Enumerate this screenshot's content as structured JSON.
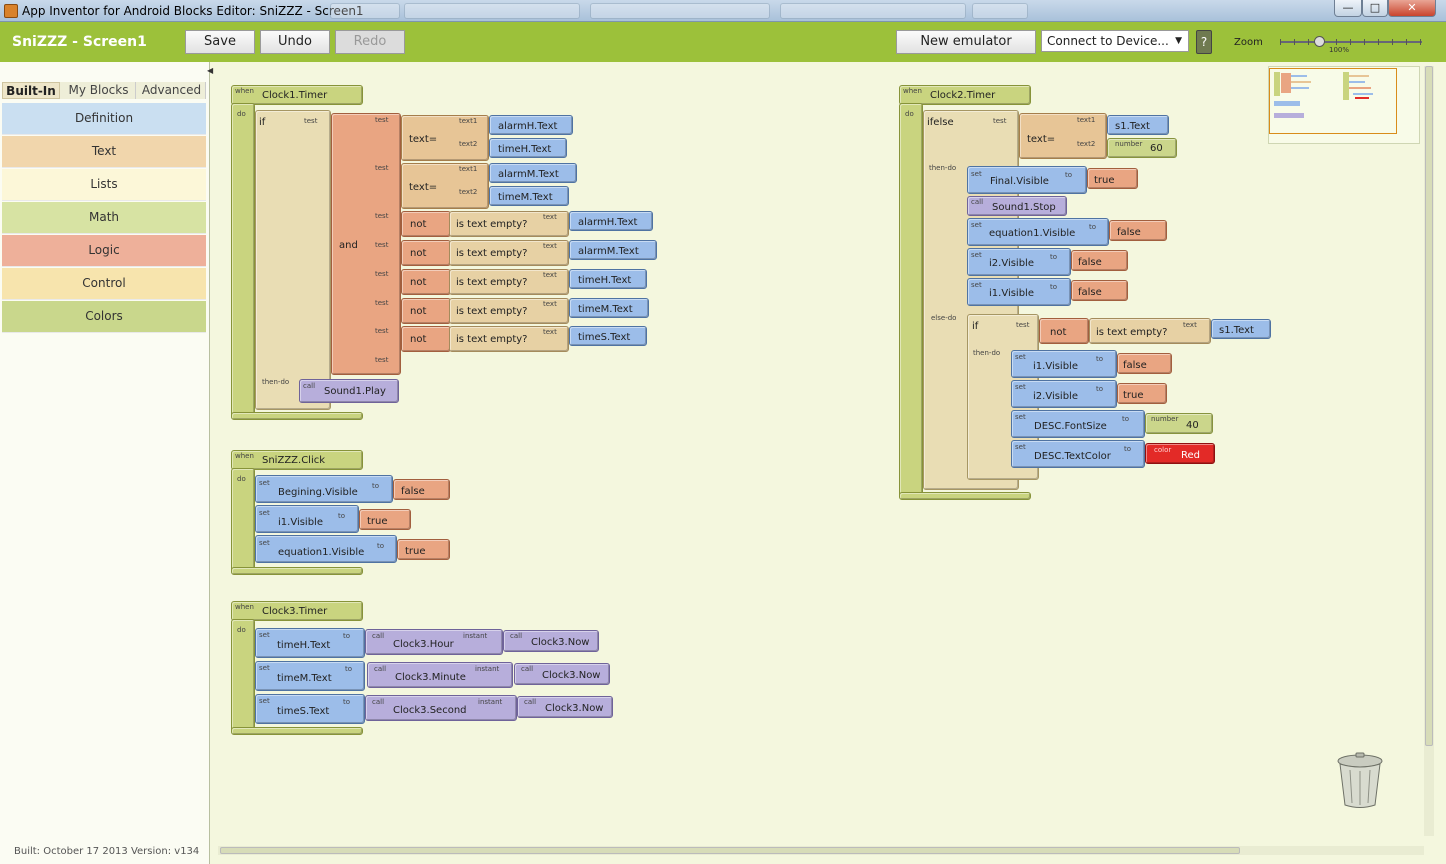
{
  "window": {
    "title": "App Inventor for Android Blocks Editor: SniZZZ - Screen1",
    "controls": {
      "minimize": "—",
      "maximize": "□",
      "close": "✕"
    }
  },
  "toolbar": {
    "app_name": "SniZZZ - Screen1",
    "save": "Save",
    "undo": "Undo",
    "redo": "Redo",
    "new_emulator": "New emulator",
    "connect": "Connect to Device...",
    "help": "?",
    "zoom_label": "Zoom",
    "zoom_value": "100%"
  },
  "sidebar": {
    "tabs": [
      "Built-In",
      "My Blocks",
      "Advanced"
    ],
    "drawers": [
      {
        "label": "Definition",
        "color": "#cadff1"
      },
      {
        "label": "Text",
        "color": "#f1d6ac"
      },
      {
        "label": "Lists",
        "color": "#fcf7d8"
      },
      {
        "label": "Math",
        "color": "#d7e3a3"
      },
      {
        "label": "Logic",
        "color": "#eeb09a"
      },
      {
        "label": "Control",
        "color": "#f7e4ad"
      },
      {
        "label": "Colors",
        "color": "#c9d78c"
      }
    ],
    "build_info": "Built: October 17 2013 Version: v134"
  },
  "blocks": {
    "when": "when",
    "do": "do",
    "if": "if",
    "test": "test",
    "then_do": "then-do",
    "else_do": "else-do",
    "ifelse": "ifelse",
    "and": "and",
    "not": "not",
    "text_eq": "text=",
    "text1": "text1",
    "text2": "text2",
    "is_text_empty": "is text empty?",
    "text": "text",
    "set": "set",
    "to": "to",
    "call": "call",
    "instant": "instant",
    "number": "number",
    "color": "color",
    "clock1_timer": "Clock1.Timer",
    "clock2_timer": "Clock2.Timer",
    "clock3_timer": "Clock3.Timer",
    "snizzz_click": "SniZZZ.Click",
    "alarmH_text": "alarmH.Text",
    "timeH_text": "timeH.Text",
    "alarmM_text": "alarmM.Text",
    "timeM_text": "timeM.Text",
    "timeS_text": "timeS.Text",
    "sound1_play": "Sound1.Play",
    "sound1_stop": "Sound1.Stop",
    "s1_text": "s1.Text",
    "sixty": "60",
    "forty": "40",
    "final_visible": "Final.Visible",
    "equation1_visible": "equation1.Visible",
    "i2_visible": "i2.Visible",
    "i1_visible": "i1.Visible",
    "desc_fontsize": "DESC.FontSize",
    "desc_textcolor": "DESC.TextColor",
    "red": "Red",
    "true": "true",
    "false": "false",
    "begining_visible": "Begining.Visible",
    "clock3_hour": "Clock3.Hour",
    "clock3_minute": "Clock3.Minute",
    "clock3_second": "Clock3.Second",
    "clock3_now": "Clock3.Now"
  }
}
